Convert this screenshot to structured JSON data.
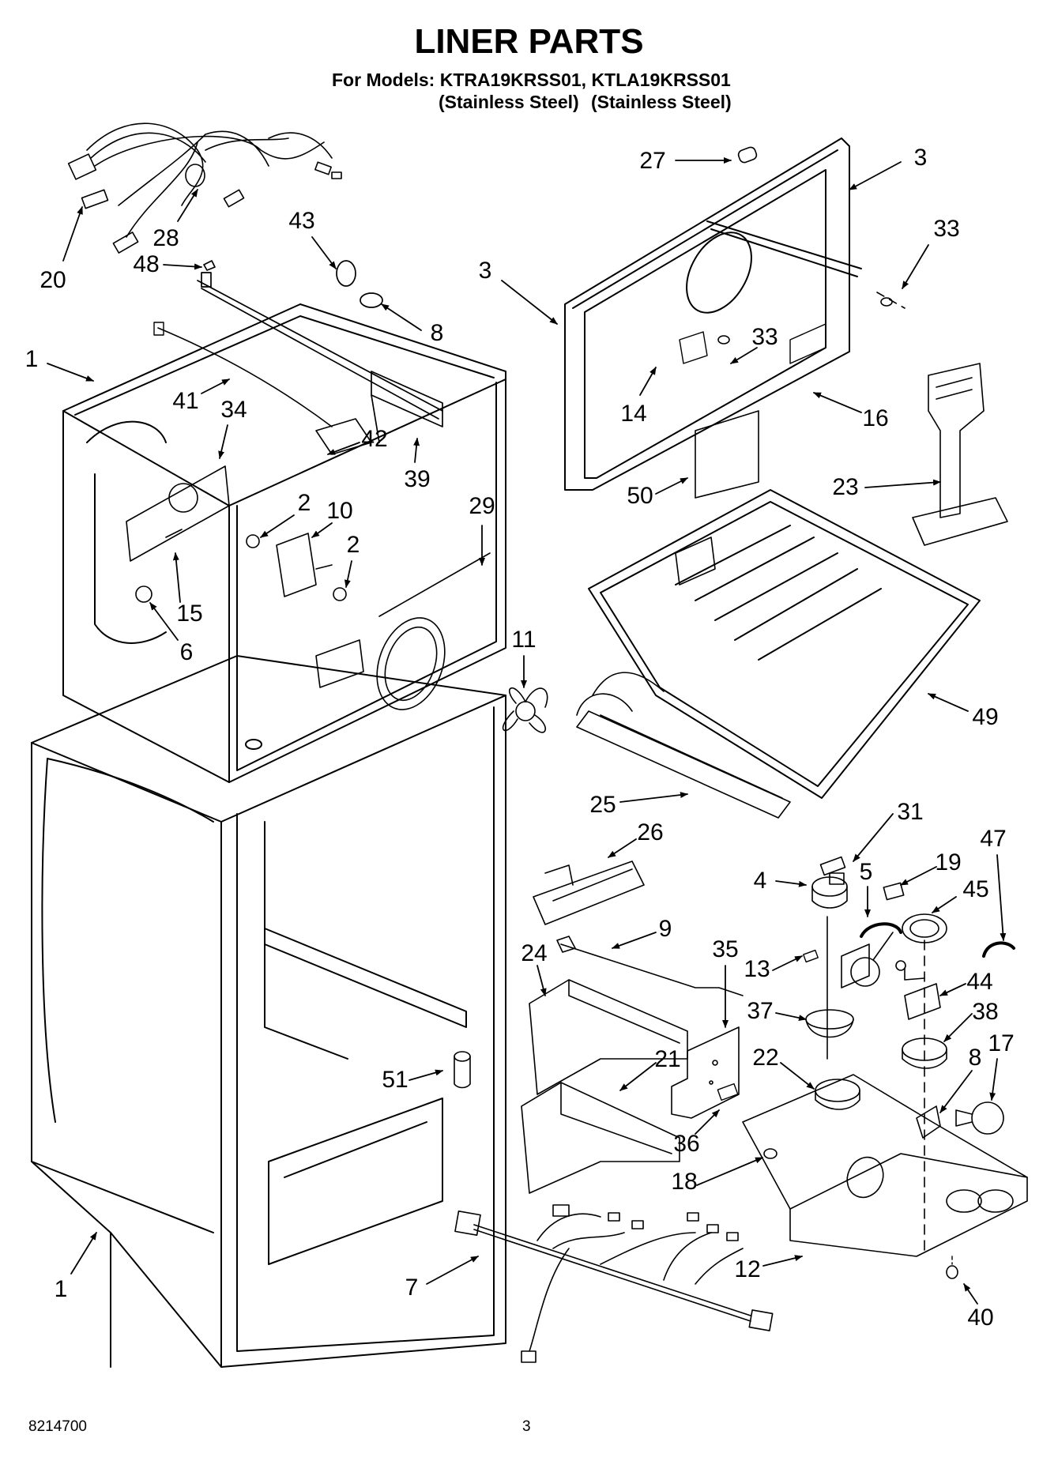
{
  "header": {
    "title": "LINER PARTS",
    "models_line": "For Models: KTRA19KRSS01, KTLA19KRSS01",
    "finish_1": "(Stainless Steel)",
    "finish_2": "(Stainless Steel)"
  },
  "callouts": [
    {
      "id": "c20",
      "label": "20"
    },
    {
      "id": "c28",
      "label": "28"
    },
    {
      "id": "c48",
      "label": "48"
    },
    {
      "id": "c43",
      "label": "43"
    },
    {
      "id": "c8a",
      "label": "8"
    },
    {
      "id": "c27",
      "label": "27"
    },
    {
      "id": "c3a",
      "label": "3"
    },
    {
      "id": "c3b",
      "label": "3"
    },
    {
      "id": "c33a",
      "label": "33"
    },
    {
      "id": "c33b",
      "label": "33"
    },
    {
      "id": "c1a",
      "label": "1"
    },
    {
      "id": "c41",
      "label": "41"
    },
    {
      "id": "c34",
      "label": "34"
    },
    {
      "id": "c42",
      "label": "42"
    },
    {
      "id": "c39",
      "label": "39"
    },
    {
      "id": "c14",
      "label": "14"
    },
    {
      "id": "c16",
      "label": "16"
    },
    {
      "id": "c23",
      "label": "23"
    },
    {
      "id": "c50",
      "label": "50"
    },
    {
      "id": "c2a",
      "label": "2"
    },
    {
      "id": "c10",
      "label": "10"
    },
    {
      "id": "c2b",
      "label": "2"
    },
    {
      "id": "c29",
      "label": "29"
    },
    {
      "id": "c15",
      "label": "15"
    },
    {
      "id": "c6",
      "label": "6"
    },
    {
      "id": "c11",
      "label": "11"
    },
    {
      "id": "c49",
      "label": "49"
    },
    {
      "id": "c25",
      "label": "25"
    },
    {
      "id": "c26",
      "label": "26"
    },
    {
      "id": "c31",
      "label": "31"
    },
    {
      "id": "c47",
      "label": "47"
    },
    {
      "id": "c19",
      "label": "19"
    },
    {
      "id": "c4",
      "label": "4"
    },
    {
      "id": "c5",
      "label": "5"
    },
    {
      "id": "c45",
      "label": "45"
    },
    {
      "id": "c9",
      "label": "9"
    },
    {
      "id": "c35",
      "label": "35"
    },
    {
      "id": "c24",
      "label": "24"
    },
    {
      "id": "c13",
      "label": "13"
    },
    {
      "id": "c44",
      "label": "44"
    },
    {
      "id": "c37",
      "label": "37"
    },
    {
      "id": "c38",
      "label": "38"
    },
    {
      "id": "c17",
      "label": "17"
    },
    {
      "id": "c8b",
      "label": "8"
    },
    {
      "id": "c21",
      "label": "21"
    },
    {
      "id": "c22",
      "label": "22"
    },
    {
      "id": "c51",
      "label": "51"
    },
    {
      "id": "c36",
      "label": "36"
    },
    {
      "id": "c18",
      "label": "18"
    },
    {
      "id": "c1b",
      "label": "1"
    },
    {
      "id": "c7",
      "label": "7"
    },
    {
      "id": "c12",
      "label": "12"
    },
    {
      "id": "c40",
      "label": "40"
    }
  ],
  "footer": {
    "doc_number": "8214700",
    "page_number": "3"
  }
}
